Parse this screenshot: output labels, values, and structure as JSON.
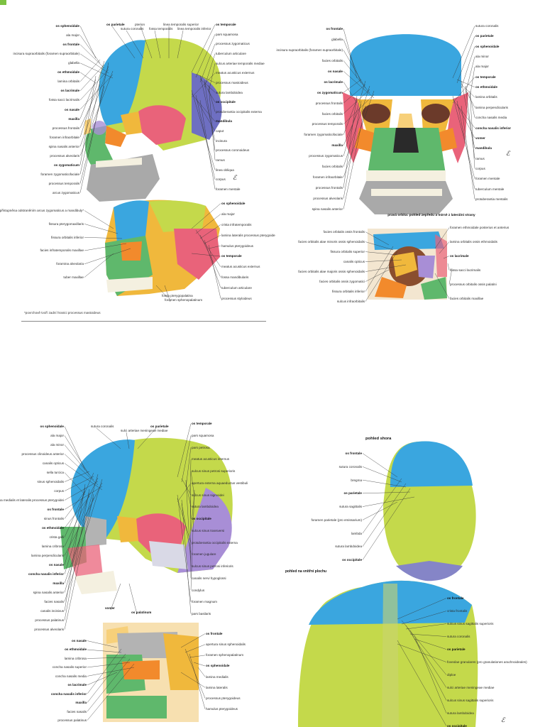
{
  "colors": {
    "frontal": "#3aa6df",
    "parietal": "#c4d94b",
    "temporal": "#e9637a",
    "occipital": "#6e6fc2",
    "sphenoid": "#f0b83c",
    "zygomatic": "#f28a2c",
    "maxilla": "#5fb86c",
    "mandible": "#a9a9a9",
    "ethmoid": "#a88ed6",
    "nasal": "#f7d07a",
    "tooth": "#f4f0e0",
    "marker": "#7dc242"
  },
  "p1": {
    "left": [
      "os sphenoidale",
      "ala major",
      "os frontale",
      "incisura supraorbitalis (foramen supraorbitale)",
      "glabella",
      "os ethmoidale",
      "lamina orbitalis",
      "os lacrimale",
      "fossa sacci lacrimalis",
      "os nasale",
      "maxilla",
      "processus frontalis",
      "foramen infraorbitale",
      "spina nasalis anterior",
      "processus alveolaris",
      "os zygomaticum",
      "foramen zygomaticofaciale",
      "processus temporalis",
      "arcus zygomaticus"
    ],
    "top": [
      "os parietale",
      "sutura coronalis",
      "pterion",
      "fossa temporalis",
      "linea temporalis superior",
      "linea temporalis inferior"
    ],
    "right": [
      "os temporale",
      "pars squamosa",
      "processus zygomaticus",
      "tuberculum articulare",
      "sulcus arteriae temporalis mediae",
      "meatus acusticus externus",
      "processus mastoideus",
      "sutura lambdoidea",
      "os occipitale",
      "protuberantia occipitalis externa",
      "mandibula",
      "caput",
      "incisura",
      "processus coronoideus",
      "ramus",
      "linea obliqua",
      "corpus",
      "foramen mentale"
    ],
    "lower_left": [
      "fossa infratemporalis zpřístupněna odstraněním arcus zygomaticus a mandibuly*",
      "fissura pterygomaxillaris",
      "fissura orbitalis inferior",
      "facies infratemporalis maxillae",
      "foramina alveolaria",
      "tuber maxillae"
    ],
    "lower_right": [
      "os sphenoidale",
      "ala major",
      "crista infratemporalis",
      "lamina lateralis processus pterygoidei",
      "hamulus pterygoideus",
      "os temporale",
      "meatus acusticus externus",
      "fossa mandibularis",
      "tuberculum articulare",
      "processus styloideus"
    ],
    "lower_bottom": [
      "fossa pterygopalatina",
      "foramen sphenopalatinum"
    ],
    "footnote": "*povrchově tvoří zadní hranici processus mastoideus"
  },
  "p2": {
    "left": [
      "os frontale",
      "glabella",
      "incisura supraorbitalis (foramen supraorbitale)",
      "facies orbitalis",
      "os nasale",
      "os lacrimale",
      "os zygomaticum",
      "processus frontalis",
      "facies orbitalis",
      "processus temporalis",
      "foramen zygomaticofaciale",
      "maxilla",
      "processus zygomaticus",
      "facies orbitalis",
      "foramen infraorbitale",
      "processus frontalis",
      "processus alveolaris",
      "spina nasalis anterior"
    ],
    "right": [
      "sutura coronalis",
      "os parietale",
      "os sphenoidale",
      "ala minor",
      "ala major",
      "os temporale",
      "os ethmoidale",
      "lamina orbitalis",
      "lamina perpendicularis",
      "concha nasalis media",
      "concha nasalis inferior",
      "vomer",
      "mandibula",
      "ramus",
      "corpus",
      "foramen mentale",
      "tuberculum mentale",
      "protuberantia mentalis"
    ],
    "orbit_title": "pravá orbita: pohled zepředu a mírně z laterální strany",
    "orbit_left": [
      "facies orbitalis ossis frontalis",
      "facies orbitalis alae minoris ossis sphenoidalis",
      "fissura orbitalis superior",
      "canalis opticus",
      "facies orbitalis alae majoris ossis sphenoidalis",
      "facies orbitalis ossis zygomatici",
      "fissura orbitalis inferior",
      "sulcus infraorbitalis"
    ],
    "orbit_right": [
      "foramen ethmoidale posterius et anterius",
      "lamina orbitalis ossis ethmoidalis",
      "os lacrimale",
      "fossa sacci lacrimalis",
      "processus orbitalis ossis palatini",
      "facies orbitalis maxillae"
    ]
  },
  "p3": {
    "left": [
      "os sphenoidale",
      "ala major",
      "ala minor",
      "processus clinoideus anterior",
      "canalis opticus",
      "sella turcica",
      "sinus sphenoidalis",
      "corpus",
      "lamina medialis et lateralis processus pterygoidei",
      "os frontale",
      "sinus frontalis",
      "os ethmoidale",
      "crista galli",
      "lamina cribrosa",
      "lamina perpendicularis",
      "os nasale",
      "concha nasalis inferior",
      "maxilla",
      "spina nasalis anterior",
      "facies nasalis",
      "canalis incisivus",
      "processus palatinus",
      "processus alveolaris"
    ],
    "top": [
      "sutura coronalis",
      "sulci arteriae meningeae mediae",
      "os parietale"
    ],
    "right": [
      "os temporale",
      "pars squamosa",
      "pars petrosa",
      "meatus acusticus internus",
      "sulcus sinus petrosi superioris",
      "apertura externa aquaeductus vestibuli",
      "sulcus sinus sigmoidei",
      "sutura lambdoidea",
      "os occipitale",
      "sulcus sinus transversi",
      "protuberantia occipitalis externa",
      "foramen jugulare",
      "sulcus sinus petrosi inferioris",
      "canalis nervi hypoglossi",
      "condylus",
      "foramen magnum",
      "pars basilaris"
    ],
    "bottom": [
      "vomer",
      "os palatinum"
    ],
    "sub_left": [
      "os nasale",
      "os ethmoidale",
      "lamina cribrosa",
      "concha nasalis superior",
      "concha nasalis media",
      "os lacrimale",
      "concha nasalis inferior",
      "maxilla",
      "facies nasalis",
      "processus palatinus"
    ],
    "sub_right": [
      "os frontale",
      "apertura sinus sphenoidalis",
      "foramen sphenopalatinum",
      "os sphenoidale",
      "lamina medialis",
      "lamina lateralis",
      "processus pterygoideus",
      "hamulus pterygoideus"
    ]
  },
  "p4": {
    "top_title": "pohled shora",
    "top_left": [
      "os frontale",
      "sutura coronalis",
      "bregma",
      "os parietale",
      "sutura sagittalis",
      "foramen parietale (pro emissarium)",
      "lambda",
      "sutura lambdoidea",
      "os occipitale"
    ],
    "inner_title": "pohled na vnitřní plochu",
    "inner_right": [
      "os frontale",
      "crista frontalis",
      "sulcus sinus sagittalis superioris",
      "sutura coronalis",
      "os parietale",
      "foveolae granulares (pro granulationes arachnoideales)",
      "diploe",
      "sulci arteriae meningeae mediae",
      "sulcus sinus sagittalis superioris",
      "sutura lambdoidea",
      "os occipitale"
    ]
  }
}
